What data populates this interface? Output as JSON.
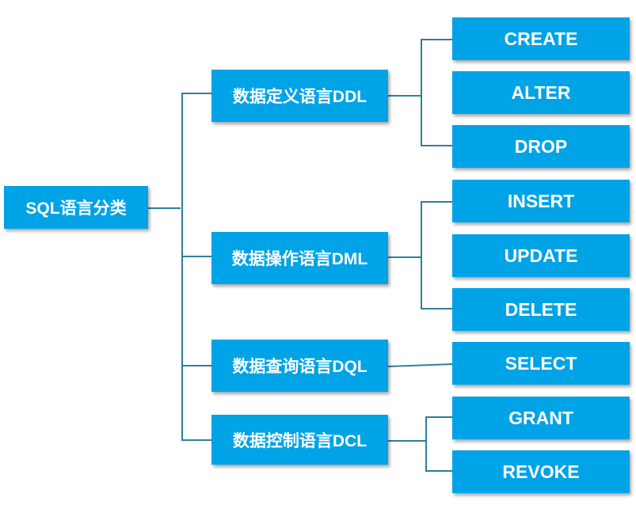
{
  "colors": {
    "node_fill": "#00a3e6",
    "node_text": "#ffffff",
    "connector": "#2e7f99",
    "background": "#ffffff"
  },
  "root": {
    "label": "SQL语言分类"
  },
  "categories": [
    {
      "label": "数据定义语言DDL",
      "children": [
        "CREATE",
        "ALTER",
        "DROP"
      ]
    },
    {
      "label": "数据操作语言DML",
      "children": [
        "INSERT",
        "UPDATE",
        "DELETE"
      ]
    },
    {
      "label": "数据查询语言DQL",
      "children": [
        "SELECT"
      ]
    },
    {
      "label": "数据控制语言DCL",
      "children": [
        "GRANT",
        "REVOKE"
      ]
    }
  ]
}
